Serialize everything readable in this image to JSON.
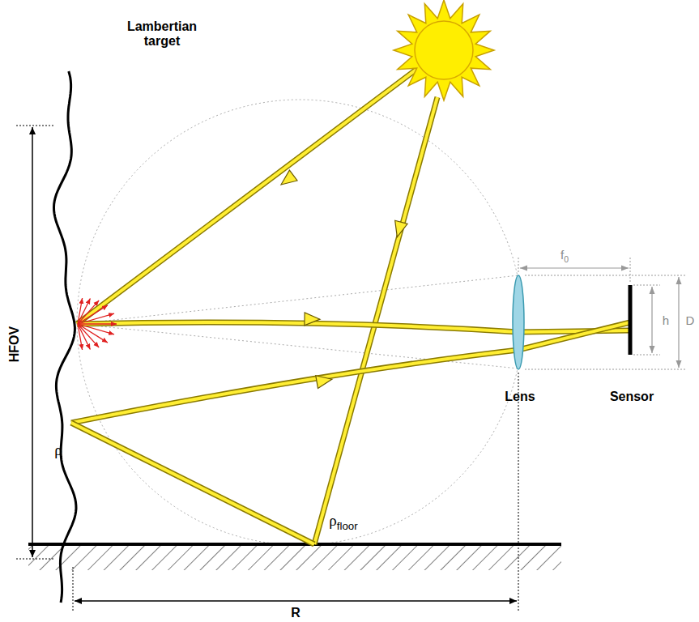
{
  "diagram": {
    "labels": [
      "Lambertian target",
      "HFOV",
      "ρ",
      "ρfloor",
      "f0",
      "h",
      "D",
      "Lens",
      "Sensor",
      "R"
    ]
  }
}
